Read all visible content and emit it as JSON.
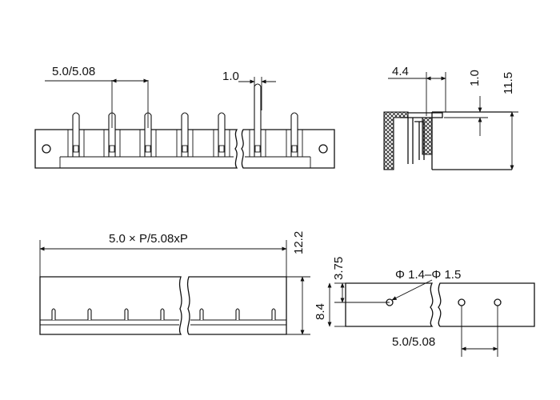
{
  "dimensions": {
    "top_pitch": "5.0/5.08",
    "pin_width": "1.0",
    "side_4_4": "4.4",
    "side_1_0": "1.0",
    "side_11_5": "11.5",
    "overall_length": "5.0 × P/5.08xP",
    "height_12_2": "12.2",
    "height_8_4": "8.4",
    "offset_3_75": "3.75",
    "hole_diameter": "Φ 1.4–Φ 1.5",
    "bottom_pitch": "5.0/5.08"
  },
  "colors": {
    "line": "#111111",
    "background": "#ffffff"
  }
}
